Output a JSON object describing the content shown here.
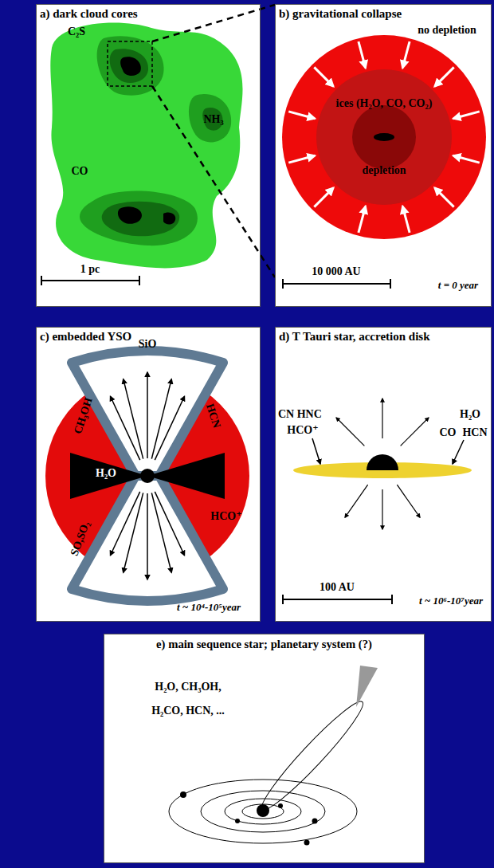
{
  "diagram": {
    "nodes": [
      {
        "text": [
          "a) dark cloud cores"
        ]
      },
      {
        "text": [
          "b) gravitational collapse"
        ]
      },
      {
        "text": [
          "c) embedded YSO"
        ]
      },
      {
        "text": [
          "d) T Tauri star, accretion disk"
        ]
      },
      {
        "text": [
          "e) main sequence star; planetary system (?)"
        ]
      }
    ],
    "labels": [
      "C₂S",
      "CO",
      "NH₃",
      "1 pc",
      "no depletion",
      "ices (H₂O, CO, CO₂)",
      "depletion",
      "10 000 AU",
      "t = 0 year",
      "SiO",
      "CH₃OH",
      "HCN",
      "H₂O",
      "SO,SO₂",
      "HCO⁺",
      "t ~ 10⁴-10⁵year",
      "CN HNC",
      "HCO⁺",
      "H₂O",
      "CO",
      "HCN",
      "100 AU",
      "t ~ 10⁶-10⁷year",
      "H₂O, CH₃OH,",
      "H₂CO, HCN, ..."
    ]
  }
}
